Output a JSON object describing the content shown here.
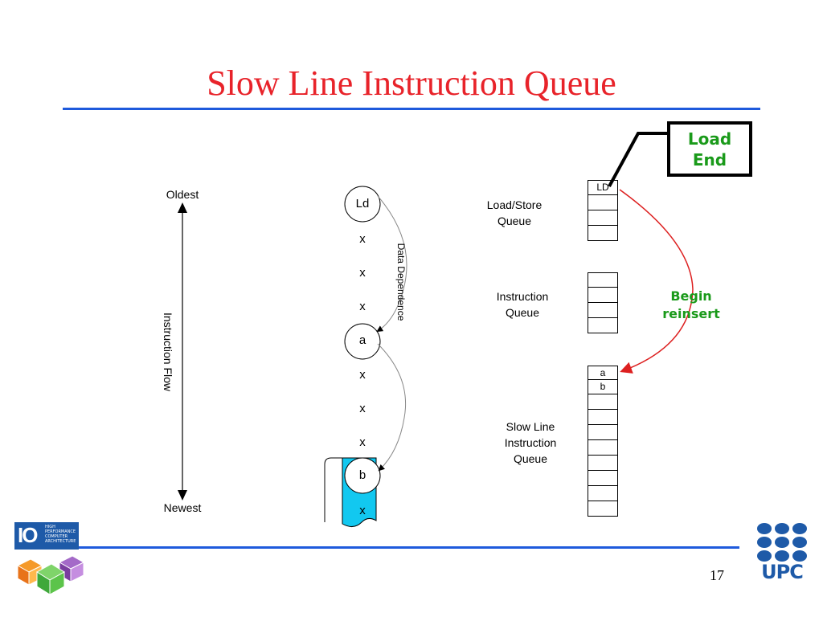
{
  "slide": {
    "title": "Slow Line Instruction Queue",
    "page_number": "17"
  },
  "flow": {
    "top_label": "Oldest",
    "bottom_label": "Newest",
    "axis_label": "Instruction Flow"
  },
  "sequence": {
    "items": [
      "Ld",
      "x",
      "x",
      "x",
      "a",
      "x",
      "x",
      "x",
      "b",
      "x"
    ],
    "dependence_label": "Data Dependence"
  },
  "queues": {
    "load_store_label": "Load/Store\nQueue",
    "load_store_top_cell": "LD",
    "instruction_queue_label": "Instruction\nQueue",
    "slow_line_label": "Slow Line\nInstruction\nQueue",
    "slow_line_cells": [
      "a",
      "b"
    ]
  },
  "callouts": {
    "load_end": "Load\nEnd",
    "begin_reinsert": "Begin\nreinsert"
  },
  "logos": {
    "left_logo_text": "IO",
    "left_logo_caption": "HIGH PERFORMANCE COMPUTER ARCHITECTURE",
    "right_logo_text": "UPC"
  },
  "colors": {
    "title": "#e8232a",
    "rule": "#1e5adc",
    "highlight": "#12c8f0",
    "arrow_red": "#dd2020",
    "callout_green": "#1a9a1a"
  }
}
